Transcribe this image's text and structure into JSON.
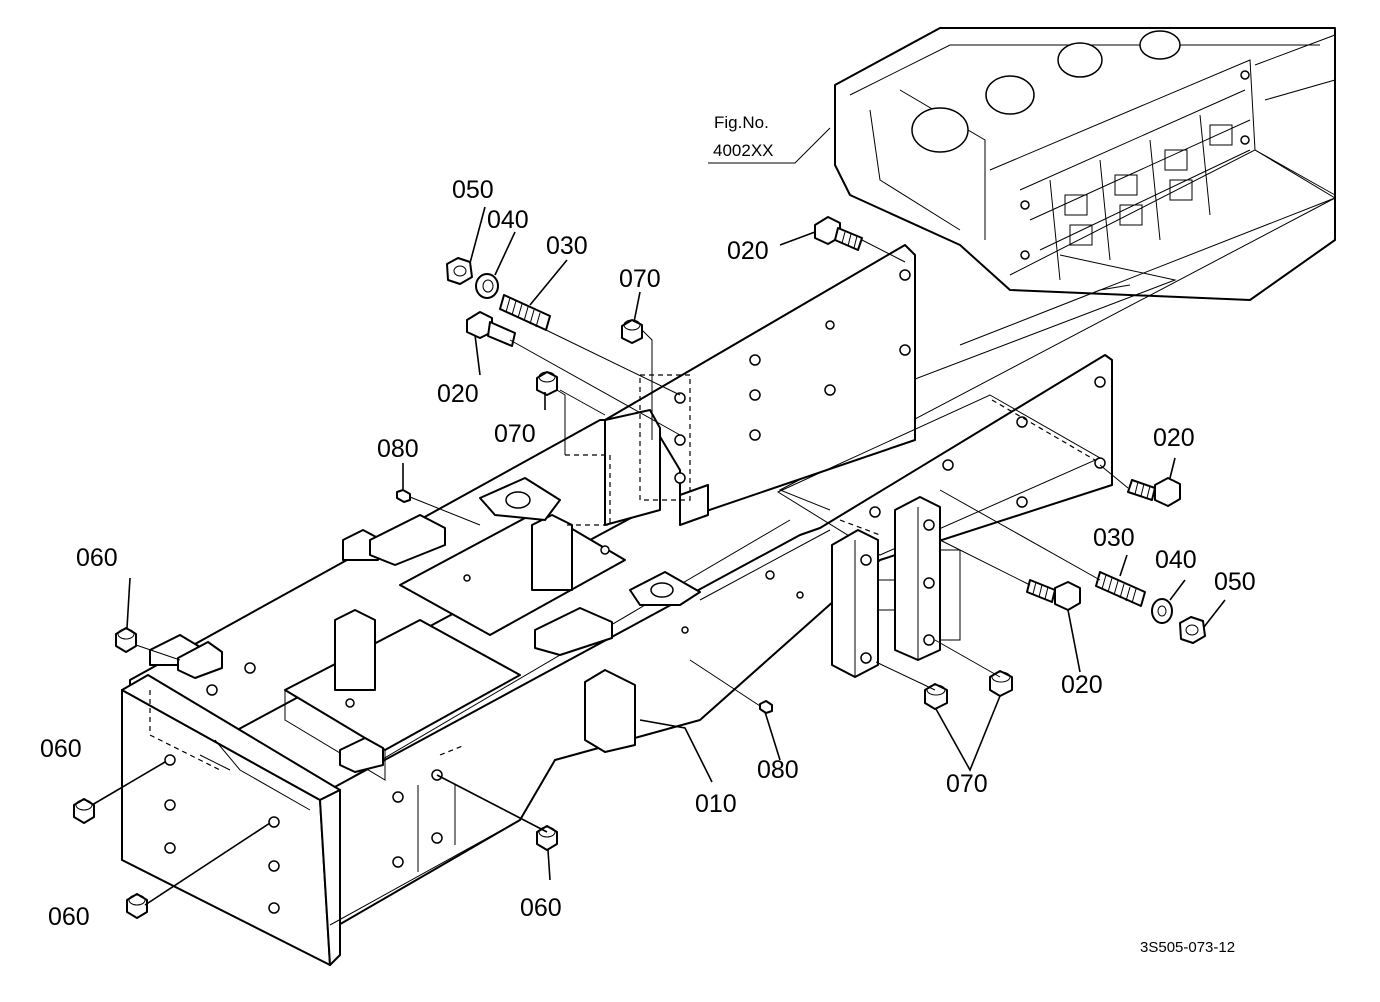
{
  "figure_reference": {
    "line1": "Fig.No.",
    "line2": "4002XX"
  },
  "drawing_code": "3S505-073-12",
  "callouts": [
    {
      "id": "c050a",
      "text": "050"
    },
    {
      "id": "c040a",
      "text": "040"
    },
    {
      "id": "c030a",
      "text": "030"
    },
    {
      "id": "c070a",
      "text": "070"
    },
    {
      "id": "c020a",
      "text": "020"
    },
    {
      "id": "c020b",
      "text": "020"
    },
    {
      "id": "c070b",
      "text": "070"
    },
    {
      "id": "c080a",
      "text": "080"
    },
    {
      "id": "c060a",
      "text": "060"
    },
    {
      "id": "c060b",
      "text": "060"
    },
    {
      "id": "c060c",
      "text": "060"
    },
    {
      "id": "c060d",
      "text": "060"
    },
    {
      "id": "c010",
      "text": "010"
    },
    {
      "id": "c080b",
      "text": "080"
    },
    {
      "id": "c070c",
      "text": "070"
    },
    {
      "id": "c020c",
      "text": "020"
    },
    {
      "id": "c030b",
      "text": "030"
    },
    {
      "id": "c040b",
      "text": "040"
    },
    {
      "id": "c050b",
      "text": "050"
    },
    {
      "id": "c020d",
      "text": "020"
    }
  ]
}
